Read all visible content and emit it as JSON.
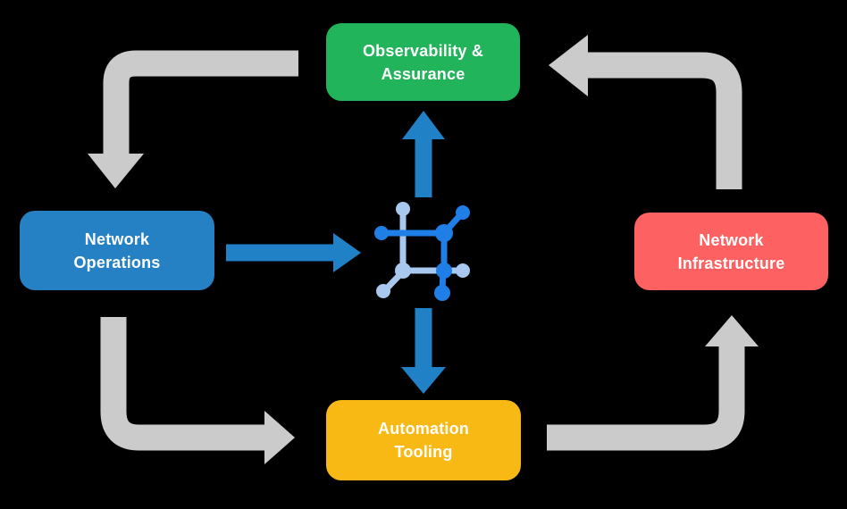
{
  "diagram": {
    "background": "#000000",
    "nodes": {
      "observability": {
        "label": "Observability &\nAssurance",
        "color": "#22B45B"
      },
      "operations": {
        "label": "Network\nOperations",
        "color": "#2581C3"
      },
      "infrastructure": {
        "label": "Network\nInfrastructure",
        "color": "#FD6161"
      },
      "automation": {
        "label": "Automation\nTooling",
        "color": "#F9B915"
      }
    },
    "colors": {
      "arrow_gray": "#CBCBCB",
      "arrow_blue": "#2181C6",
      "icon_dark_blue": "#1F7FE6",
      "icon_light_blue": "#A8C8F0",
      "label_text": "#FFFFFF"
    },
    "center_icon": "network-mesh-icon"
  }
}
